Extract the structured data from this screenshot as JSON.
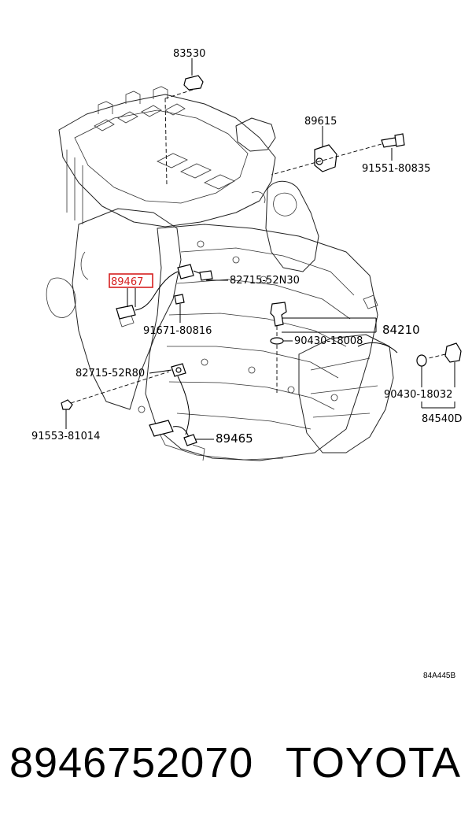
{
  "labels": {
    "p83530": "83530",
    "p89615": "89615",
    "p91551_80835": "91551-80835",
    "p89467": "89467",
    "p82715_52N30": "82715-52N30",
    "p84210": "84210",
    "p91671_80816": "91671-80816",
    "p90430_18008": "90430-18008",
    "p82715_52R80": "82715-52R80",
    "p90430_18032": "90430-18032",
    "p84540D": "84540D",
    "p91553_81014": "91553-81014",
    "p89465": "89465"
  },
  "highlight_color": "#d62020",
  "diagram_ref": "84A445B",
  "footer": {
    "part_number": "8946752070",
    "brand": "TOYOTA"
  }
}
